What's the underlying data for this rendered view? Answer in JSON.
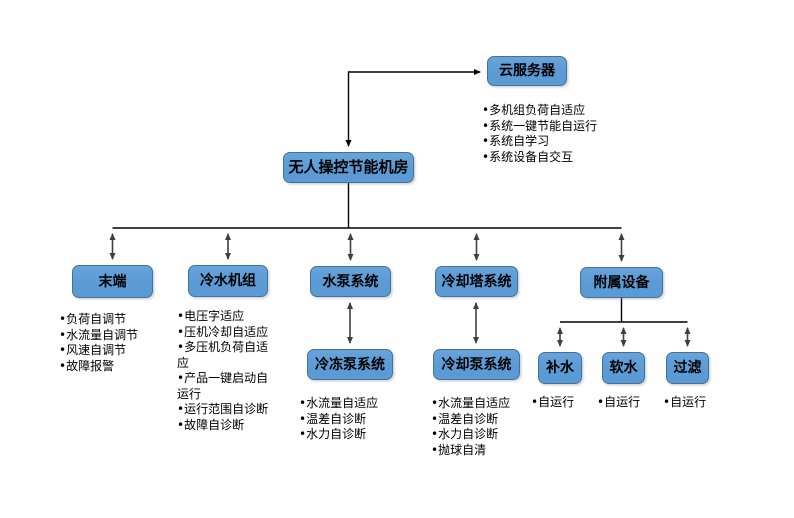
{
  "diagram": {
    "colors": {
      "node_fill": "#5b9bd5",
      "node_border": "#41719c",
      "connector": "#000000",
      "arrow": "#3f3f3f"
    },
    "nodes": {
      "cloud": {
        "label": "云服务器"
      },
      "root": {
        "label": "无人操控节能机房"
      },
      "terminal": {
        "label": "末端"
      },
      "chiller": {
        "label": "冷水机组"
      },
      "pump": {
        "label": "水泵系统"
      },
      "chilled_pump": {
        "label": "冷冻泵系统"
      },
      "tower": {
        "label": "冷却塔系统"
      },
      "cooling_pump": {
        "label": "冷却泵系统"
      },
      "aux": {
        "label": "附属设备"
      },
      "makeup_water": {
        "label": "补水"
      },
      "soft_water": {
        "label": "软水"
      },
      "filter": {
        "label": "过滤"
      }
    },
    "bullets": {
      "cloud": [
        "多机组负荷自适应",
        "系统一键节能自运行",
        "系统自学习",
        "系统设备自交互"
      ],
      "terminal": [
        "负荷自调节",
        "水流量自调节",
        "风速自调节",
        "故障报警"
      ],
      "chiller": [
        "电压字适应",
        "压机冷却自适应",
        "多压机负荷自适应",
        "产品一键启动自运行",
        "运行范围自诊断",
        "故障自诊断"
      ],
      "chilled_pump": [
        "水流量自适应",
        "温差自诊断",
        "水力自诊断"
      ],
      "cooling_pump": [
        "水流量自适应",
        "温差自诊断",
        "水力自诊断",
        "抛球自清"
      ],
      "makeup_water": [
        "自运行"
      ],
      "soft_water": [
        "自运行"
      ],
      "filter": [
        "自运行"
      ]
    }
  }
}
